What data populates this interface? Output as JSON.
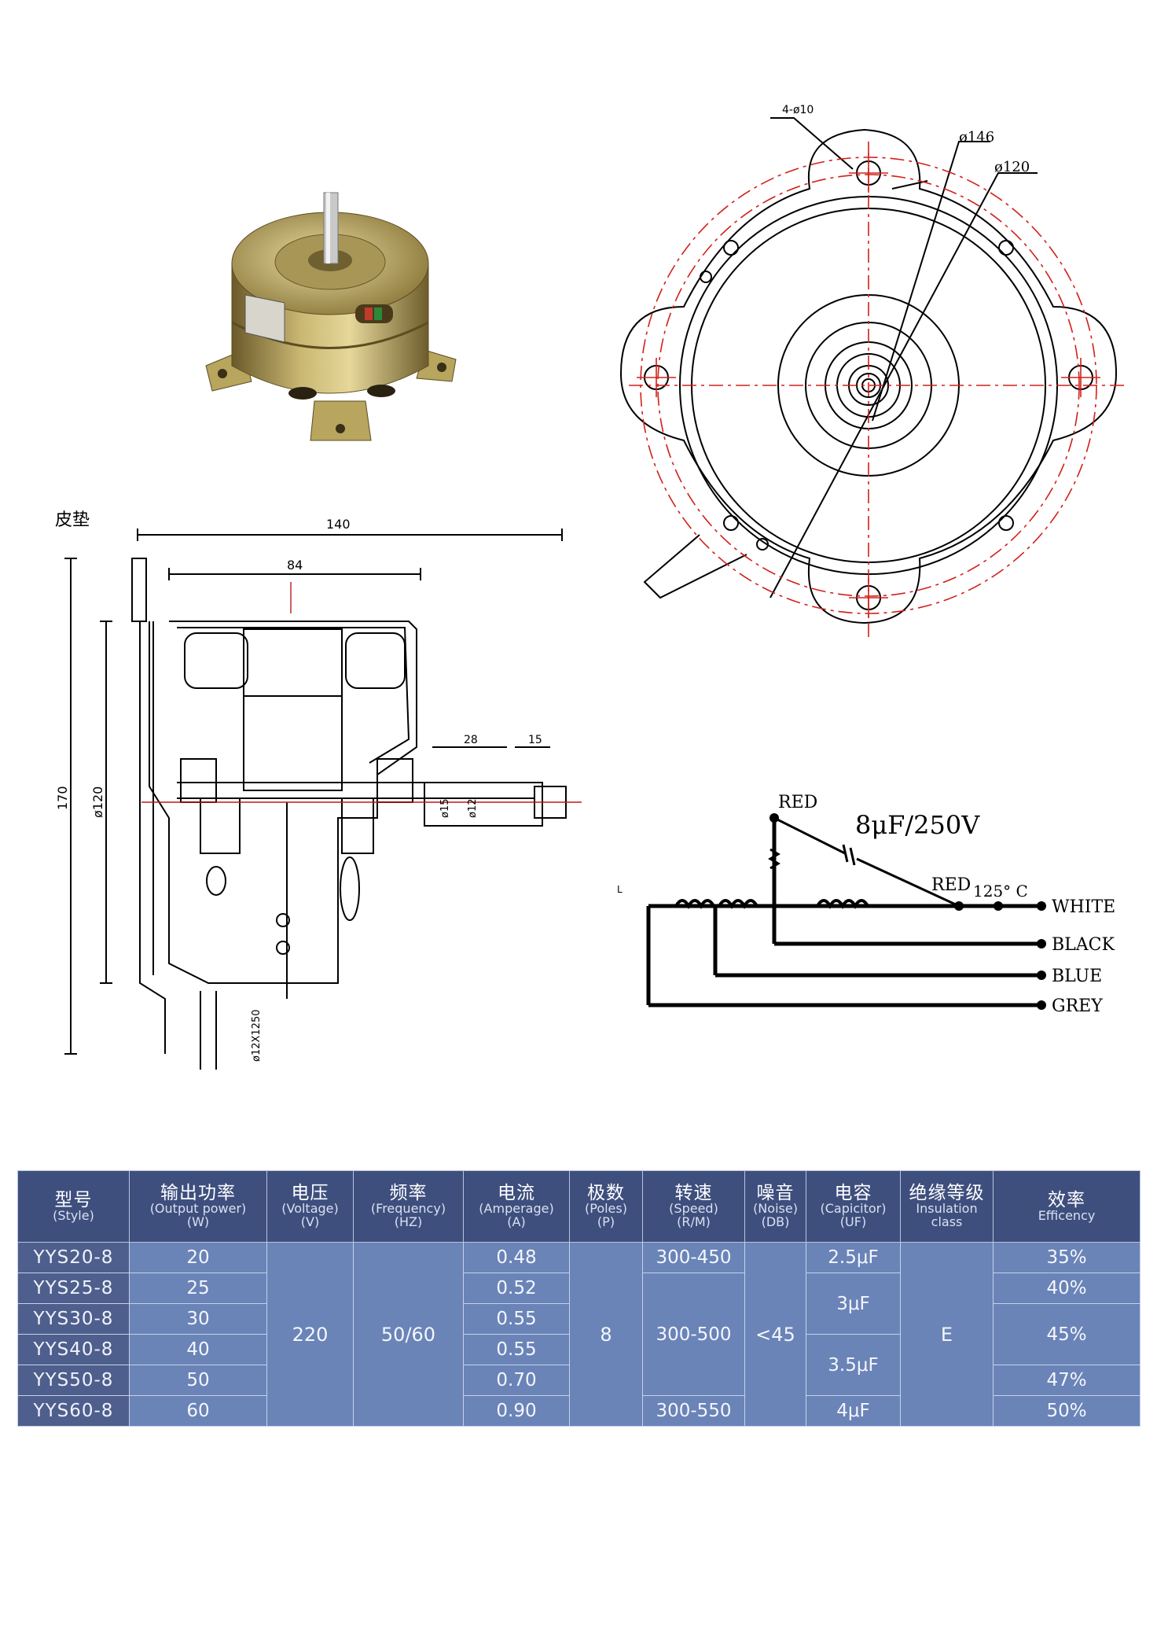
{
  "drawing": {
    "side_view": {
      "label_pad": "皮垫",
      "dim_length": "140",
      "dim_body": "84",
      "dim_height": "170",
      "dim_dia": "ø120",
      "dim_shaft_len": "28",
      "dim_shaft_tip": "15",
      "dim_shaft_a": "ø15",
      "dim_shaft_b": "ø12",
      "dim_cable": "ø12Ⅹ1250"
    },
    "front_view": {
      "holes": "4-ø10",
      "dia_outer": "ø146",
      "dia_inner": "ø120"
    },
    "wiring": {
      "label_l": "L",
      "red_top": "RED",
      "capacitor": "8μF/250V",
      "red_mid": "RED",
      "thermal": "125° C",
      "white": "WHITE",
      "black": "BLACK",
      "blue": "BLUE",
      "grey": "GREY"
    }
  },
  "table": {
    "headers": [
      {
        "zh": "型号",
        "en": "(Style)"
      },
      {
        "zh": "输出功率",
        "en": "(Output power)",
        "en2": "(W)"
      },
      {
        "zh": "电压",
        "en": "(Voltage)",
        "en2": "(V)"
      },
      {
        "zh": "频率",
        "en": "(Frequency)",
        "en2": "(HZ)"
      },
      {
        "zh": "电流",
        "en": "(Amperage)",
        "en2": "(A)"
      },
      {
        "zh": "极数",
        "en": "(Poles)",
        "en2": "(P)"
      },
      {
        "zh": "转速",
        "en": "(Speed)",
        "en2": "(R/M)"
      },
      {
        "zh": "噪音",
        "en": "(Noise)",
        "en2": "(DB)"
      },
      {
        "zh": "电容",
        "en": "(Capicitor)",
        "en2": "(UF)"
      },
      {
        "zh": "绝缘等级",
        "en": "Insulation",
        "en2": "class"
      },
      {
        "zh": "效率",
        "en": "Efficency"
      }
    ],
    "styles": [
      "YYS20-8",
      "YYS25-8",
      "YYS30-8",
      "YYS40-8",
      "YYS50-8",
      "YYS60-8"
    ],
    "power": [
      "20",
      "25",
      "30",
      "40",
      "50",
      "60"
    ],
    "voltage": "220",
    "frequency": "50/60",
    "amperage": [
      "0.48",
      "0.52",
      "0.55",
      "0.55",
      "0.70",
      "0.90"
    ],
    "poles": "8",
    "speed": [
      "300-450",
      "300-500",
      "300-550"
    ],
    "noise": "<45",
    "capacitor": [
      "2.5μF",
      "3μF",
      "3.5μF",
      "4μF"
    ],
    "insulation": "E",
    "efficiency": [
      "35%",
      "40%",
      "45%",
      "47%",
      "50%"
    ]
  }
}
